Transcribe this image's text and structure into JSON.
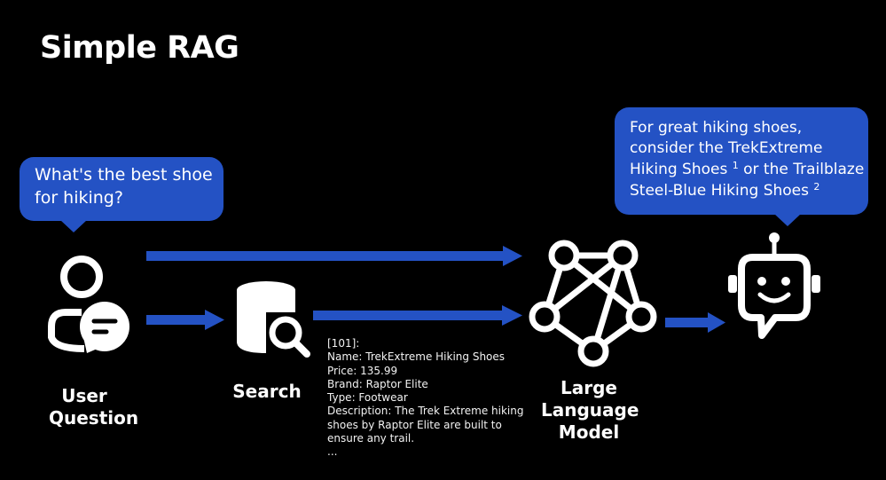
{
  "title": "Simple RAG",
  "question_bubble": {
    "lines": [
      "What's the best shoe",
      "for hiking?"
    ]
  },
  "answer_bubble": {
    "line1": "For great hiking shoes,",
    "line2": "consider the TrekExtreme",
    "line3_text": "Hiking Shoes",
    "line3_ref": "1",
    "line3_tail": " or the Trailblaze",
    "line4_text": "Steel-Blue Hiking Shoes",
    "line4_ref": "2"
  },
  "nodes": {
    "user_question": [
      "User",
      "Question"
    ],
    "search": [
      "Search"
    ],
    "llm": [
      "Large",
      "Language",
      "Model"
    ]
  },
  "retrieved_document": [
    "[101]:",
    "Name: TrekExtreme Hiking Shoes",
    "Price: 135.99",
    "Brand: Raptor Elite",
    "Type: Footwear",
    "Description: The Trek Extreme hiking",
    "shoes by Raptor Elite are built to",
    "ensure any trail.",
    "..."
  ],
  "icons": {
    "user": "person-with-chat-icon",
    "search": "database-search-icon",
    "llm": "network-graph-icon",
    "bot": "robot-chat-icon"
  },
  "colors": {
    "background": "#000000",
    "accent": "#2452c4",
    "text": "#ffffff"
  }
}
